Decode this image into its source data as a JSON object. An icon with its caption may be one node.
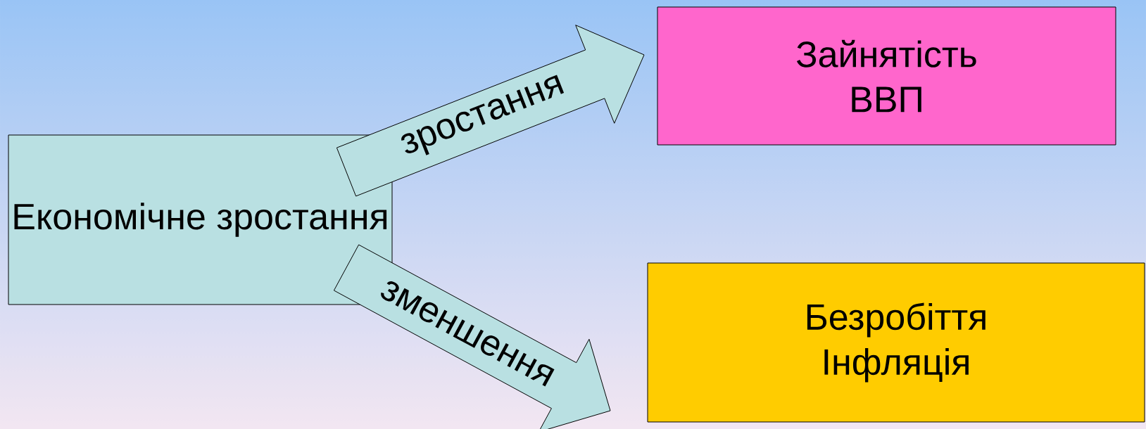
{
  "diagram": {
    "nodes": [
      {
        "text": [
          "Економічне зростання"
        ]
      },
      {
        "text": [
          "Зайнятість",
          "ВВП"
        ]
      },
      {
        "text": [
          "Безробіття",
          "Інфляція"
        ]
      }
    ],
    "edges": [
      {
        "from": 0,
        "to": 1,
        "arrow": "to",
        "label": "зростання"
      },
      {
        "from": 0,
        "to": 2,
        "arrow": "to",
        "label": "зменшення"
      }
    ]
  }
}
